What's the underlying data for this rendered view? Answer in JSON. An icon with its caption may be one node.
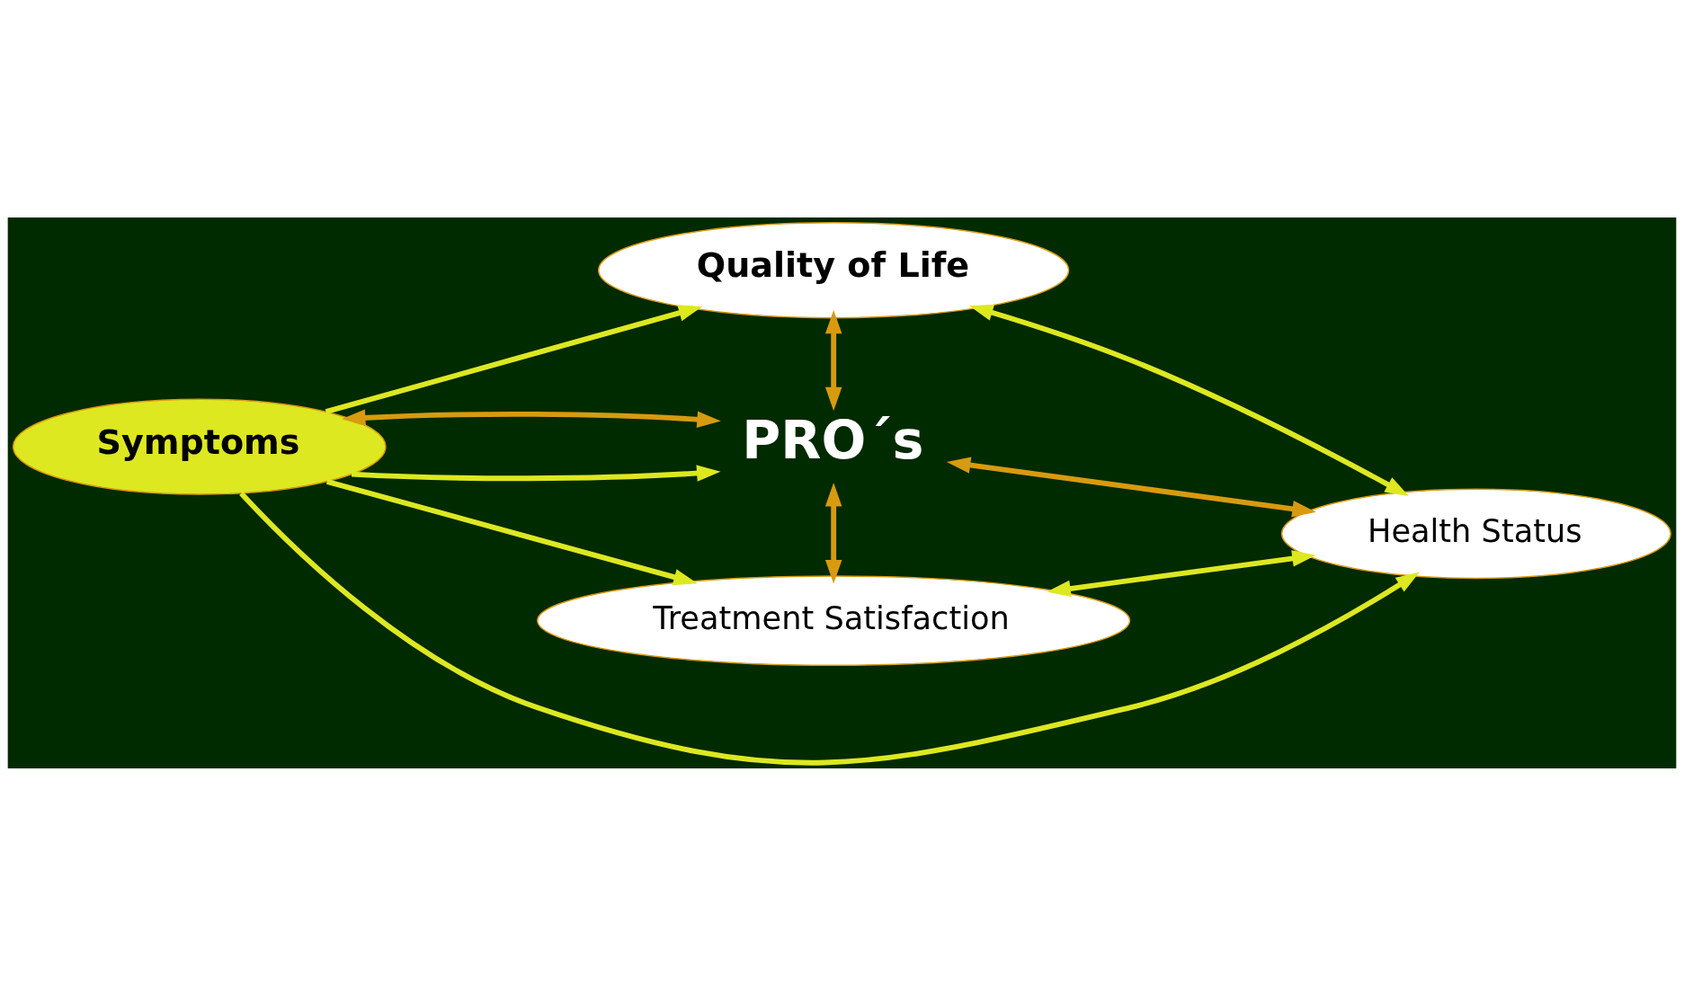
{
  "diagram": {
    "nodes": [
      {
        "text": [
          "Quality of Life"
        ]
      },
      {
        "text": [
          "Symptoms"
        ]
      },
      {
        "text": [
          "PRO´s"
        ]
      },
      {
        "text": [
          "Health Status"
        ]
      },
      {
        "text": [
          "Treatment Satisfaction"
        ]
      }
    ],
    "edges": [
      {
        "from": 1,
        "to": 0,
        "arrow": "to"
      },
      {
        "from": 0,
        "to": 2,
        "arrow": "both",
        "color": "#d89a10"
      },
      {
        "from": 0,
        "to": 3,
        "arrow": "both"
      },
      {
        "from": 1,
        "to": 2,
        "arrow": "to"
      },
      {
        "from": 1,
        "to": 2,
        "arrow": "both",
        "color": "#d89a10"
      },
      {
        "from": 2,
        "to": 3,
        "arrow": "both",
        "color": "#d89a10"
      },
      {
        "from": 1,
        "to": 3,
        "arrow": "to"
      },
      {
        "from": 2,
        "to": 4,
        "arrow": "both",
        "color": "#d89a10"
      },
      {
        "from": 1,
        "to": 4,
        "arrow": "to"
      },
      {
        "from": 3,
        "to": 4,
        "arrow": "both"
      }
    ]
  }
}
